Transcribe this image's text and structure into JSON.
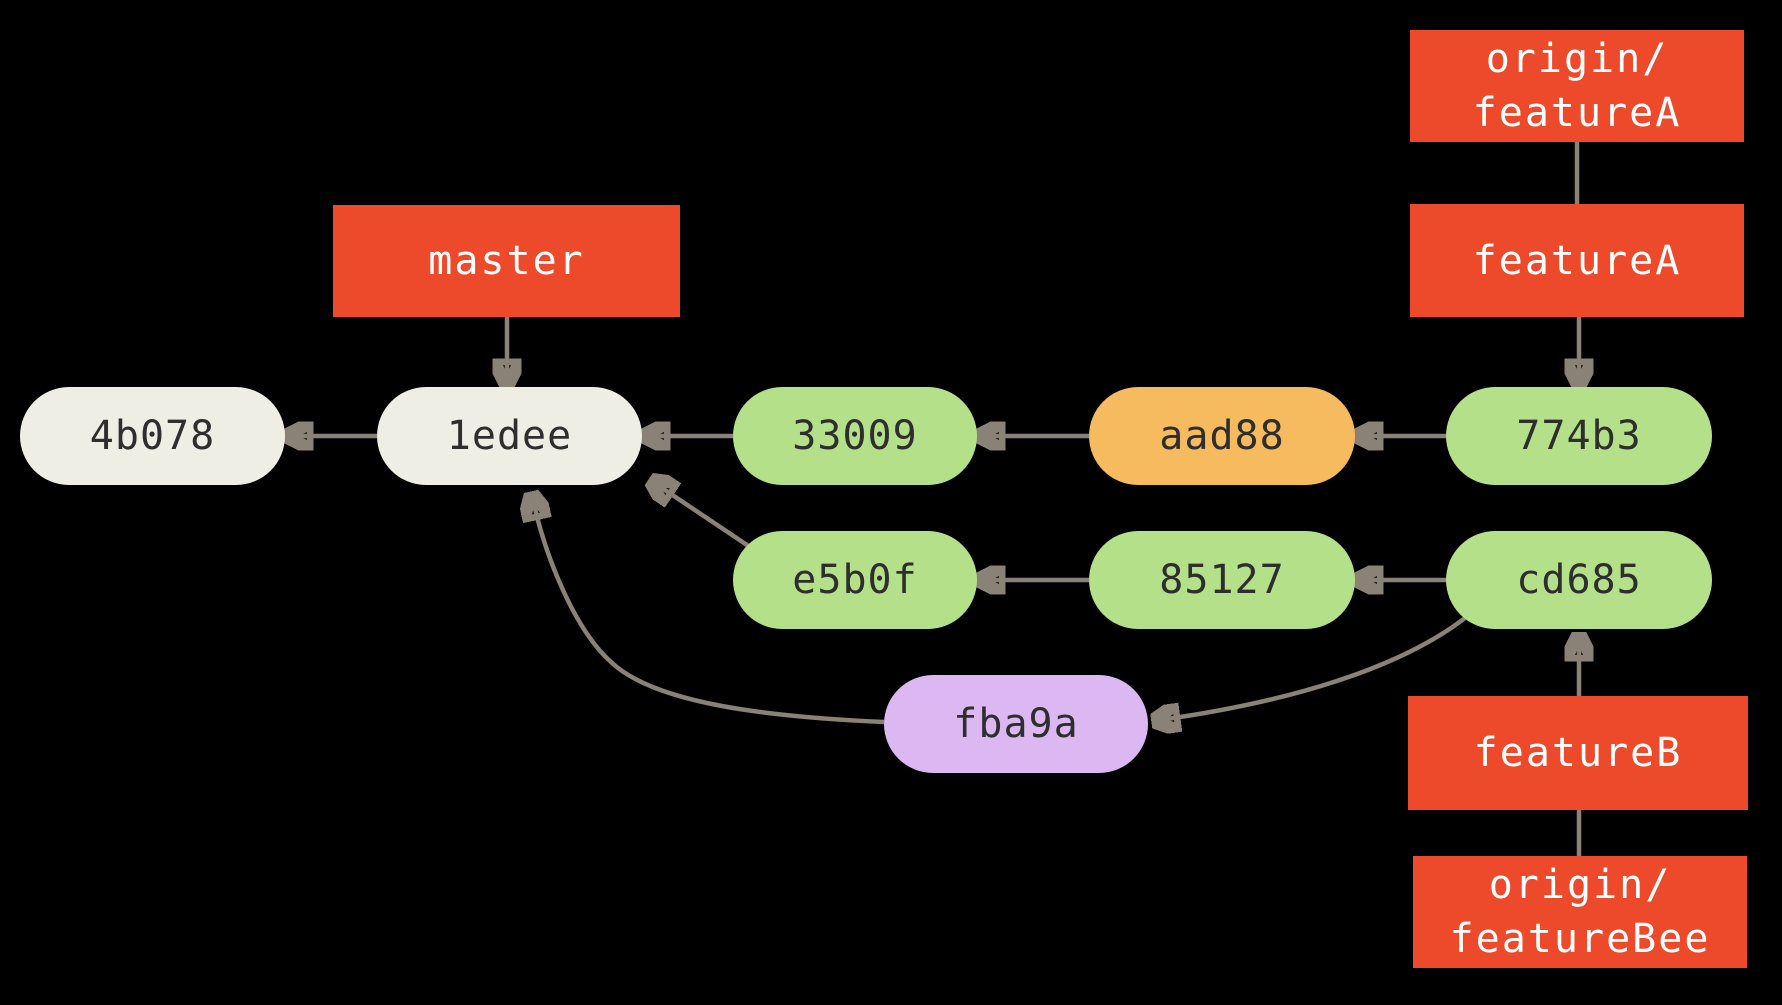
{
  "diagram": {
    "type": "git-commit-graph",
    "colors": {
      "background": "#000000",
      "branch_box": "#ec4a2b",
      "branch_text": "#ffffff",
      "commit_neutral": "#efeee5",
      "commit_green": "#b5e08a",
      "commit_orange": "#f6ba5f",
      "commit_purple": "#dcb8f3",
      "commit_text": "#2e2e2e",
      "edge": "#8a8177"
    },
    "branches": {
      "origin_featureA": {
        "label": "origin/\nfeatureA"
      },
      "featureA": {
        "label": "featureA"
      },
      "master": {
        "label": "master"
      },
      "featureB": {
        "label": "featureB"
      },
      "origin_featureBee": {
        "label": "origin/\nfeatureBee"
      }
    },
    "commits": {
      "c4b078": {
        "label": "4b078",
        "color": "#efeee5"
      },
      "c1edee": {
        "label": "1edee",
        "color": "#efeee5"
      },
      "c33009": {
        "label": "33009",
        "color": "#b5e08a"
      },
      "caad88": {
        "label": "aad88",
        "color": "#f6ba5f"
      },
      "c774b3": {
        "label": "774b3",
        "color": "#b5e08a"
      },
      "ce5b0f": {
        "label": "e5b0f",
        "color": "#b5e08a"
      },
      "c85127": {
        "label": "85127",
        "color": "#b5e08a"
      },
      "ccd685": {
        "label": "cd685",
        "color": "#b5e08a"
      },
      "cfba9a": {
        "label": "fba9a",
        "color": "#dcb8f3"
      }
    },
    "edges": [
      {
        "from": "master",
        "to": "1edee",
        "arrowhead": true
      },
      {
        "from": "origin/featureA",
        "to": "featureA",
        "arrowhead": false
      },
      {
        "from": "featureA",
        "to": "774b3",
        "arrowhead": true
      },
      {
        "from": "1edee",
        "to": "4b078",
        "arrowhead": true
      },
      {
        "from": "33009",
        "to": "1edee",
        "arrowhead": true
      },
      {
        "from": "aad88",
        "to": "33009",
        "arrowhead": true
      },
      {
        "from": "774b3",
        "to": "aad88",
        "arrowhead": true
      },
      {
        "from": "85127",
        "to": "e5b0f",
        "arrowhead": true
      },
      {
        "from": "cd685",
        "to": "85127",
        "arrowhead": true
      },
      {
        "from": "e5b0f",
        "to": "1edee",
        "arrowhead": true
      },
      {
        "from": "fba9a",
        "to": "1edee",
        "arrowhead": true
      },
      {
        "from": "cd685",
        "to": "fba9a",
        "arrowhead": true
      },
      {
        "from": "featureB",
        "to": "cd685",
        "arrowhead": true
      },
      {
        "from": "origin/featureBee",
        "to": "featureB",
        "arrowhead": false
      }
    ]
  }
}
